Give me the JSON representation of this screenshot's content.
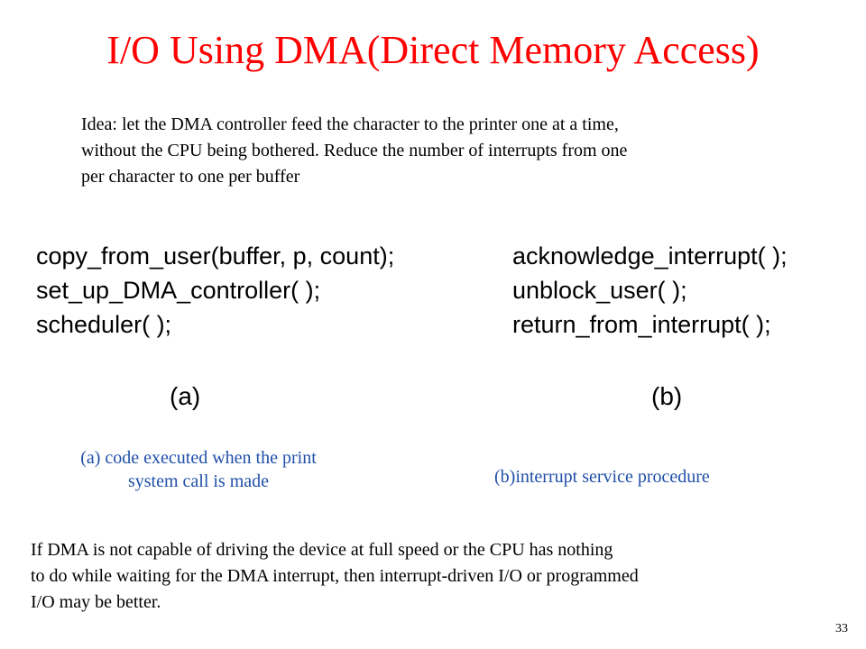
{
  "slide": {
    "title": "I/O Using DMA(Direct Memory Access)",
    "intro_lines": [
      "Idea: let the DMA controller feed the character to the printer one at a time,",
      "without the CPU being bothered. Reduce the number of interrupts from one",
      "per character to one per buffer"
    ],
    "code_a": [
      "copy_from_user(buffer, p, count);",
      "set_up_DMA_controller( );",
      "scheduler( );"
    ],
    "code_b": [
      "acknowledge_interrupt( );",
      "unblock_user( );",
      "return_from_interrupt( );"
    ],
    "label_a": "(a)",
    "label_b": "(b)",
    "caption_a_lines": [
      "(a) code executed when the print",
      "system call is made"
    ],
    "caption_b": "(b)interrupt service procedure",
    "footer_lines": [
      "If DMA is not capable of driving the device at full speed or the CPU has nothing",
      "to do while waiting for the DMA interrupt, then interrupt-driven I/O or programmed",
      "I/O may be better."
    ],
    "page_number": "33",
    "colors": {
      "title": "#ff0000",
      "caption": "#1f4fa8",
      "text": "#000000"
    }
  }
}
